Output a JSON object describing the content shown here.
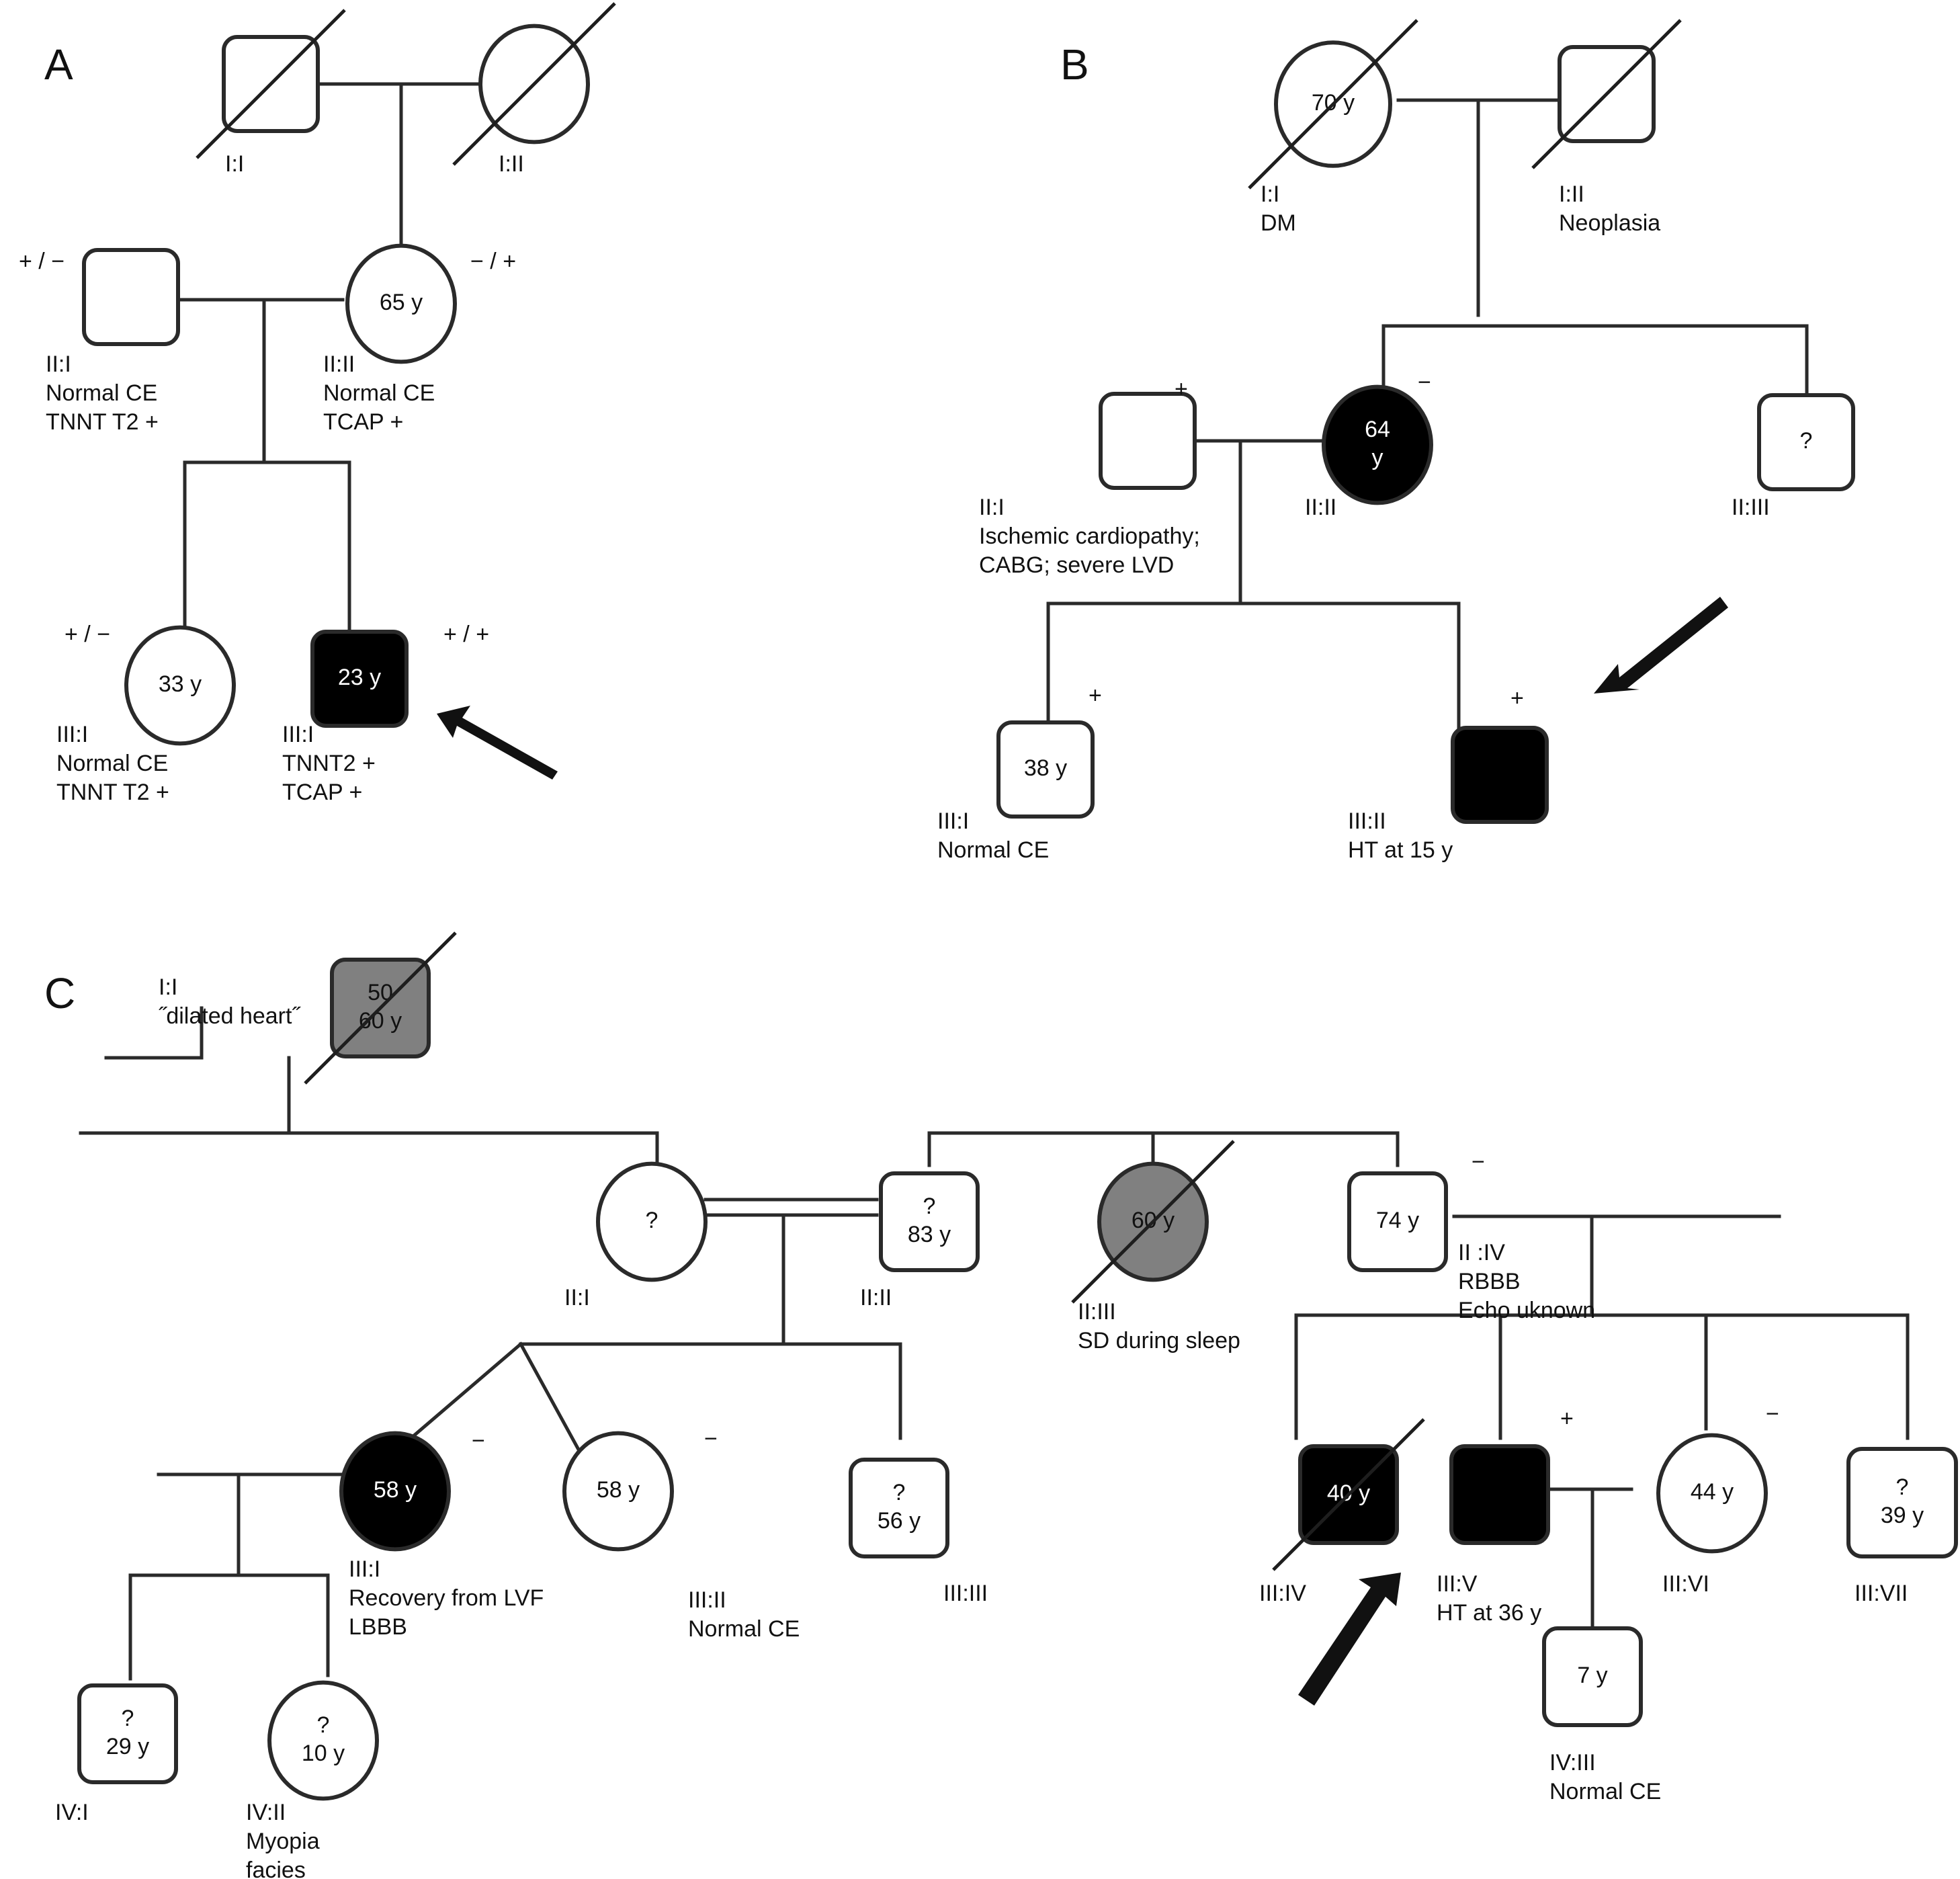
{
  "figure": {
    "panels": [
      {
        "label": "A",
        "individuals": [
          {
            "id": "I:I",
            "sex": "male",
            "status": "deceased",
            "affected": "none",
            "inner": [],
            "notes": [],
            "genotype": ""
          },
          {
            "id": "I:II",
            "sex": "female",
            "status": "deceased",
            "affected": "none",
            "inner": [],
            "notes": [],
            "genotype": ""
          },
          {
            "id": "II:I",
            "sex": "male",
            "status": "alive",
            "affected": "none",
            "inner": [],
            "notes": [
              "Normal CE",
              "TNNT T2 +"
            ],
            "genotype": "+ / −"
          },
          {
            "id": "II:II",
            "sex": "female",
            "status": "alive",
            "affected": "none",
            "inner": [
              "65 y"
            ],
            "notes": [
              "Normal CE",
              "TCAP +"
            ],
            "genotype": "− / +"
          },
          {
            "id": "III:I",
            "sex": "female",
            "status": "alive",
            "affected": "none",
            "inner": [
              "33 y"
            ],
            "notes": [
              "Normal CE",
              "TNNT T2 +"
            ],
            "genotype": "+ / −"
          },
          {
            "id": "III:I",
            "sex": "male",
            "status": "alive",
            "affected": "full",
            "proband": true,
            "inner": [
              "23 y"
            ],
            "notes": [
              "TNNT2 +",
              "TCAP +"
            ],
            "genotype": "+ / +"
          }
        ]
      },
      {
        "label": "B",
        "individuals": [
          {
            "id": "I:I",
            "sex": "female",
            "status": "deceased",
            "affected": "none",
            "inner": [
              "70 y"
            ],
            "notes": [
              "DM"
            ],
            "genotype": ""
          },
          {
            "id": "I:II",
            "sex": "male",
            "status": "deceased",
            "affected": "none",
            "inner": [],
            "notes": [
              "Neoplasia"
            ],
            "genotype": ""
          },
          {
            "id": "II:I",
            "sex": "male",
            "status": "alive",
            "affected": "none",
            "inner": [],
            "notes": [
              "Ischemic cardiopathy;",
              "CABG; severe LVD"
            ],
            "genotype": "+"
          },
          {
            "id": "II:II",
            "sex": "female",
            "status": "alive",
            "affected": "full",
            "inner": [
              "64",
              "y"
            ],
            "notes": [],
            "genotype": "−"
          },
          {
            "id": "II:III",
            "sex": "male",
            "status": "alive",
            "affected": "none",
            "inner": [
              "?"
            ],
            "notes": [],
            "genotype": ""
          },
          {
            "id": "III:I",
            "sex": "male",
            "status": "alive",
            "affected": "none",
            "inner": [
              "38 y"
            ],
            "notes": [
              "Normal CE"
            ],
            "genotype": "+"
          },
          {
            "id": "III:II",
            "sex": "male",
            "status": "alive",
            "affected": "full",
            "proband": true,
            "inner": [],
            "notes": [
              "HT at 15 y"
            ],
            "genotype": "+"
          }
        ]
      },
      {
        "label": "C",
        "individuals": [
          {
            "id": "I:I",
            "sex": "male",
            "status": "deceased",
            "affected": "probable",
            "inner": [
              "50",
              "60 y"
            ],
            "notes": [
              "˝dilated heart˝"
            ],
            "genotype": ""
          },
          {
            "id": "II:I",
            "sex": "female",
            "status": "alive",
            "affected": "none",
            "inner": [
              "?"
            ],
            "notes": [],
            "genotype": ""
          },
          {
            "id": "II:II",
            "sex": "male",
            "status": "alive",
            "affected": "none",
            "inner": [
              "?",
              "83 y"
            ],
            "notes": [],
            "genotype": ""
          },
          {
            "id": "II:III",
            "sex": "female",
            "status": "deceased",
            "affected": "probable",
            "inner": [
              "60 y"
            ],
            "notes": [
              "SD during sleep"
            ],
            "genotype": ""
          },
          {
            "id": "II :IV",
            "sex": "male",
            "status": "alive",
            "affected": "none",
            "inner": [
              "74 y"
            ],
            "notes": [
              "RBBB",
              "Echo uknown"
            ],
            "genotype": "−"
          },
          {
            "id": "III:I",
            "sex": "female",
            "status": "alive",
            "affected": "full",
            "inner": [
              "58 y"
            ],
            "notes": [
              "Recovery from LVF",
              "LBBB"
            ],
            "genotype": "−"
          },
          {
            "id": "III:II",
            "sex": "female",
            "status": "alive",
            "affected": "none",
            "inner": [
              "58 y"
            ],
            "notes": [
              "Normal CE"
            ],
            "genotype": "−"
          },
          {
            "id": "III:III",
            "sex": "male",
            "status": "alive",
            "affected": "none",
            "inner": [
              "?",
              "56 y"
            ],
            "notes": [],
            "genotype": ""
          },
          {
            "id": "III:IV",
            "sex": "male",
            "status": "deceased",
            "affected": "full",
            "inner": [
              "40 y"
            ],
            "notes": [],
            "genotype": ""
          },
          {
            "id": "III:V",
            "sex": "male",
            "status": "alive",
            "affected": "full",
            "proband": true,
            "inner": [],
            "notes": [
              "HT at 36 y"
            ],
            "genotype": "+"
          },
          {
            "id": "III:VI",
            "sex": "female",
            "status": "alive",
            "affected": "none",
            "inner": [
              "44 y"
            ],
            "notes": [],
            "genotype": "−"
          },
          {
            "id": "III:VII",
            "sex": "male",
            "status": "alive",
            "affected": "none",
            "inner": [
              "?",
              "39 y"
            ],
            "notes": [],
            "genotype": ""
          },
          {
            "id": "IV:I",
            "sex": "male",
            "status": "alive",
            "affected": "none",
            "inner": [
              "?",
              "29 y"
            ],
            "notes": [],
            "genotype": ""
          },
          {
            "id": "IV:II",
            "sex": "female",
            "status": "alive",
            "affected": "none",
            "inner": [
              "?",
              "10 y"
            ],
            "notes": [
              "Myopia",
              "facies"
            ],
            "genotype": ""
          },
          {
            "id": "IV:III",
            "sex": "male",
            "status": "alive",
            "affected": "none",
            "inner": [
              "7 y"
            ],
            "notes": [
              "Normal CE"
            ],
            "genotype": ""
          }
        ]
      }
    ],
    "colors": {
      "affected": "#000000",
      "probable": "#808080",
      "unaffected": "#ffffff",
      "line": "#2a2a2a"
    }
  }
}
